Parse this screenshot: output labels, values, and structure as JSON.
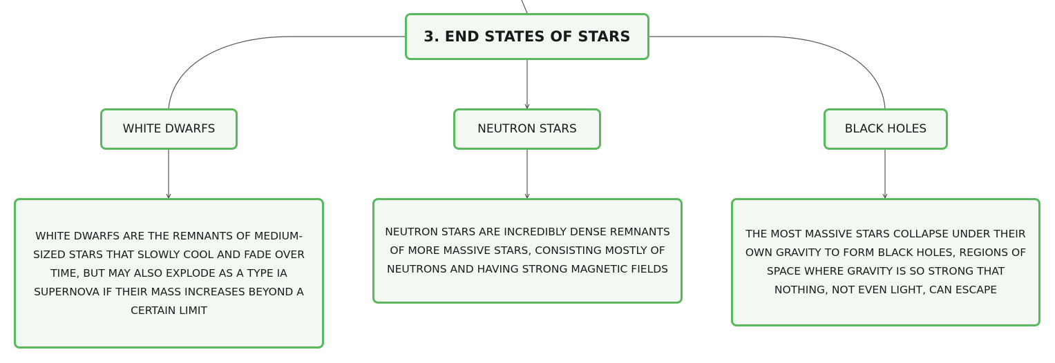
{
  "root": {
    "label": "3. END STATES OF STARS"
  },
  "topics": [
    {
      "label": "WHITE DWARFS",
      "description": "WHITE DWARFS ARE THE REMNANTS OF MEDIUM-SIZED STARS THAT SLOWLY COOL AND FADE OVER TIME, BUT MAY ALSO EXPLODE AS A TYPE IA SUPERNOVA IF THEIR MASS INCREASES BEYOND A CERTAIN LIMIT"
    },
    {
      "label": "NEUTRON STARS",
      "description": "NEUTRON STARS ARE INCREDIBLY DENSE REMNANTS OF MORE MASSIVE STARS, CONSISTING MOSTLY OF NEUTRONS AND HAVING STRONG MAGNETIC FIELDS"
    },
    {
      "label": "BLACK HOLES",
      "description": "THE MOST MASSIVE STARS COLLAPSE UNDER THEIR OWN GRAVITY TO FORM BLACK HOLES, REGIONS OF SPACE WHERE GRAVITY IS SO STRONG THAT NOTHING, NOT EVEN LIGHT, CAN ESCAPE"
    }
  ],
  "colors": {
    "node_border": "#5cb85f",
    "node_fill": "#f1f9f2",
    "connector": "#555555"
  }
}
